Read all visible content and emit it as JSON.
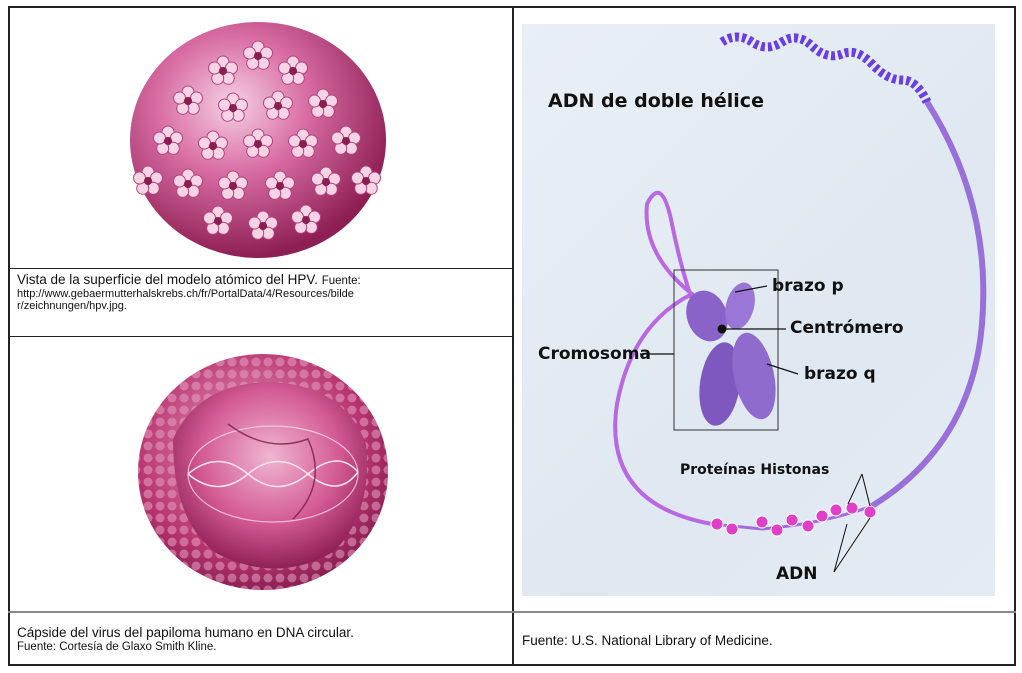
{
  "left_top": {
    "caption_main": "Vista de la superficie del modelo atómico del HPV.",
    "caption_source_label": "Fuente:",
    "url_line1": "http://www.gebaermutterhalskrebs.ch/fr/PortalData/4/Resources/bilde",
    "url_line2": "r/zeichnungen/hpv.jpg."
  },
  "left_bottom": {
    "caption_main": "Cápside del virus del papiloma humano en DNA circular.",
    "caption_source": "Fuente: Cortesía de Glaxo Smith Kline."
  },
  "right": {
    "title": "ADN de doble hélice",
    "label_brazo_p": "brazo p",
    "label_centromero": "Centrómero",
    "label_brazo_q": "brazo q",
    "label_cromosoma": "Cromosoma",
    "label_proteinas": "Proteínas Histonas",
    "label_adn": "ADN",
    "caption_source": "Fuente: U.S. National Library of Medicine."
  },
  "colors": {
    "capsid_pink": "#c23a7a",
    "capsid_light": "#f3c4dc",
    "dna_purple": "#7b4bd6",
    "chromosome": "#8a63c9",
    "histone": "#e040c8"
  }
}
